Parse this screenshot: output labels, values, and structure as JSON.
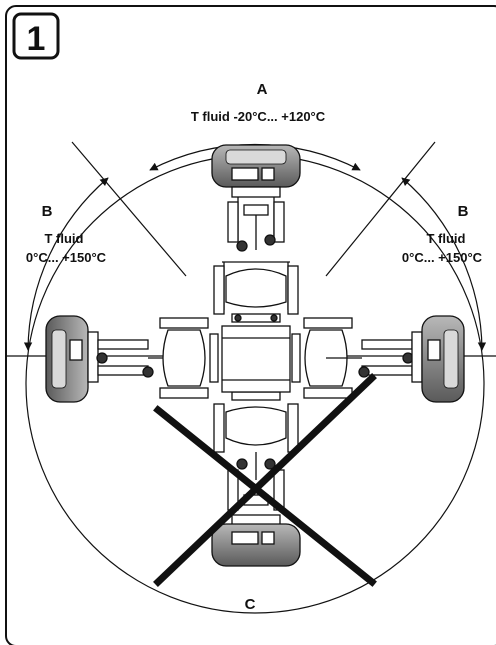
{
  "badge": "1",
  "sector_a": {
    "letter": "A",
    "range": "T fluid -20°C... +120°C"
  },
  "sector_b_left": {
    "letter": "B",
    "line1": "T fluid",
    "line2": "0°C... +150°C"
  },
  "sector_b_right": {
    "letter": "B",
    "line1": "T fluid",
    "line2": "0°C... +150°C"
  },
  "sector_c": {
    "letter": "C"
  }
}
